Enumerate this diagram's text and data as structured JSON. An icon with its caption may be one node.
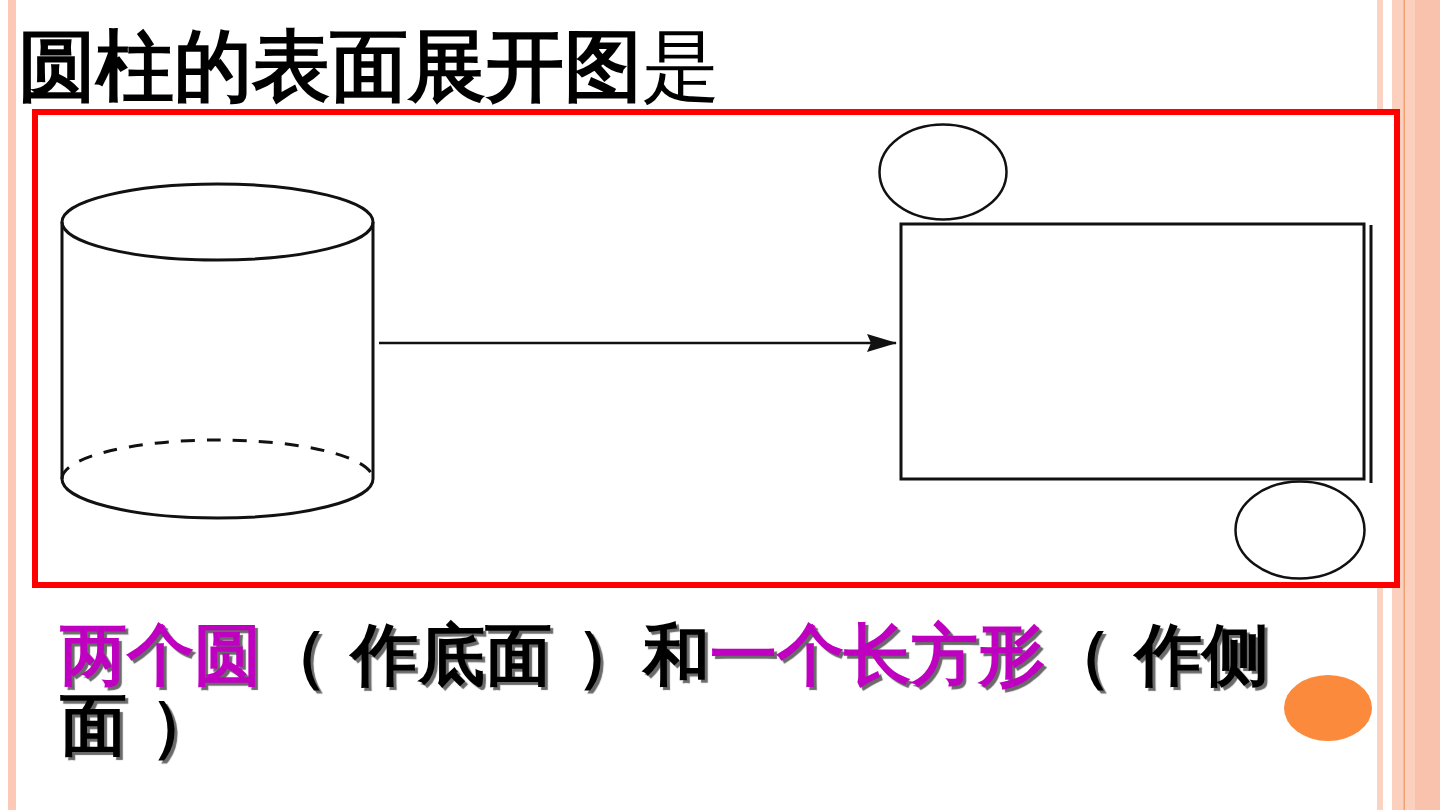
{
  "diagram": {
    "title": "**圆柱的表面展开图**是",
    "nodes": [
      {
        "text": [],
        "shape": "cylinder"
      },
      {
        "text": [],
        "shape": "box"
      },
      {
        "text": [],
        "shape": "circle"
      },
      {
        "text": [],
        "shape": "circle"
      }
    ],
    "edges": [
      {
        "from": 0,
        "to": 1,
        "arrow": "to"
      }
    ],
    "labels": [
      "两个圆（ 作底面 ）和一个长方形（ 作侧面 ）"
    ]
  }
}
